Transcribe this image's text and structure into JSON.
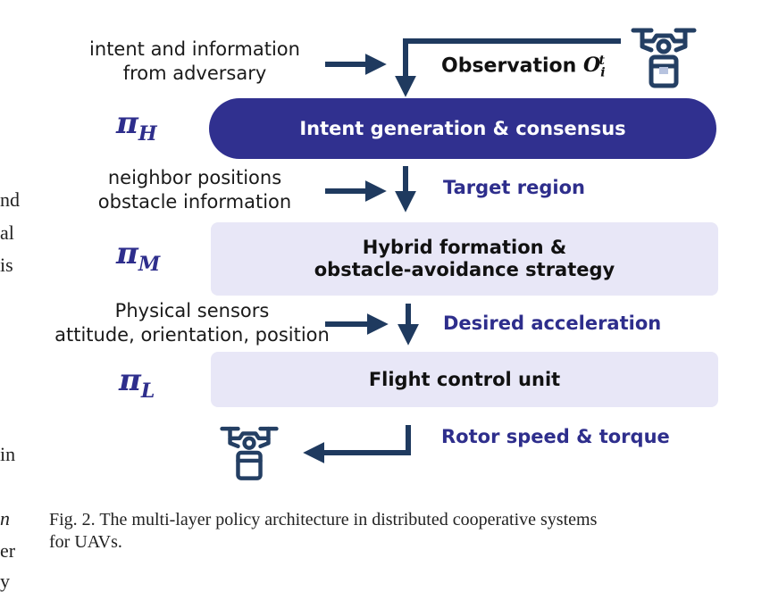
{
  "side_text": [
    "nd",
    "al",
    "is",
    "in",
    "n",
    "er",
    "y"
  ],
  "left_labels": {
    "intent": [
      "intent and information",
      "from adversary"
    ],
    "neighbor": [
      "neighbor positions",
      "obstacle information"
    ],
    "sensors": [
      "Physical sensors",
      "attitude, orientation, position"
    ]
  },
  "policies": {
    "high": {
      "symbol": "π",
      "sub": "H"
    },
    "mid": {
      "symbol": "π",
      "sub": "M"
    },
    "low": {
      "symbol": "π",
      "sub": "L"
    }
  },
  "observation": {
    "text": "Observation",
    "symbol": "O",
    "sub": "i",
    "sup": "t"
  },
  "boxes": {
    "intent": "Intent generation & consensus",
    "hybrid": [
      "Hybrid formation &",
      "obstacle-avoidance strategy"
    ],
    "flight": "Flight control unit"
  },
  "right_labels": {
    "target": "Target region",
    "accel": "Desired acceleration",
    "rotor": "Rotor speed & torque"
  },
  "caption": {
    "line1": "Fig. 2.  The multi-layer policy architecture in distributed cooperative systems",
    "line2": "for UAVs."
  },
  "colors": {
    "dark_blue": "#30308f",
    "light_lavender": "#e8e7f7",
    "arrow_navy": "#1f3a5f",
    "drone": "#243f63"
  }
}
